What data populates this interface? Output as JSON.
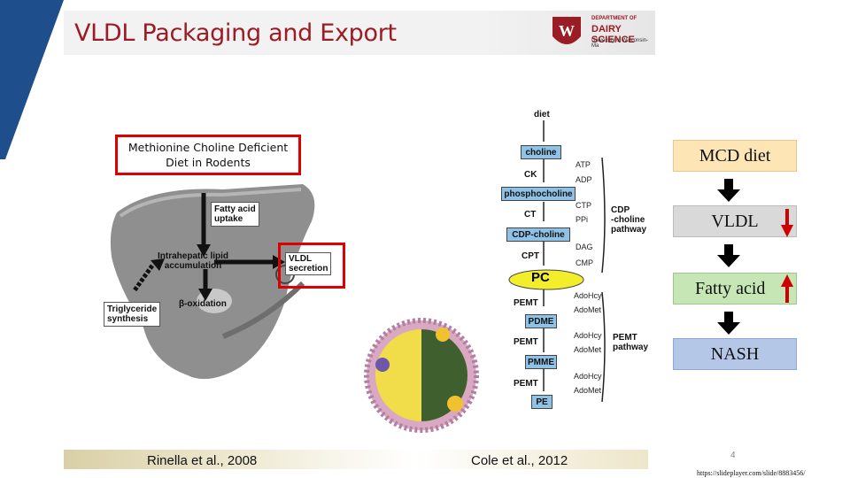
{
  "slide": {
    "title": "VLDL Packaging and Export",
    "page_number": "4",
    "source_url": "https://slideplayer.com/slide/8883456/"
  },
  "logo": {
    "line1": "DEPARTMENT OF",
    "line2": "DAIRY SCIENCE",
    "line3": "University of Wisconsin-Ma"
  },
  "liver_figure": {
    "red_label": "Methionine Choline Deficient Diet in Rodents",
    "fatty_acid_uptake": [
      "Fatty acid",
      "uptake"
    ],
    "intrahepatic": [
      "Intrahepatic lipid",
      "accumulation"
    ],
    "vldl_secretion": [
      "VLDL",
      "secretion"
    ],
    "triglyceride": [
      "Triglyceride",
      "synthesis"
    ],
    "beta_oxidation": "β-oxidation",
    "citation": "Rinella et al., 2008"
  },
  "pathway": {
    "top": "diet",
    "choline": "choline",
    "ck": "CK",
    "atp": "ATP",
    "adp": "ADP",
    "phosphocholine": "phosphocholine",
    "ct": "CT",
    "ctp": "CTP",
    "ppi": "PPi",
    "cdp_choline": "CDP-choline",
    "cdp_pathway": [
      "CDP",
      "-choline",
      "pathway"
    ],
    "dag": "DAG",
    "cpt": "CPT",
    "cmp": "CMP",
    "pc": "PC",
    "pemt1": "PEMT",
    "adohcy1": "AdoHcy",
    "adomet1": "AdoMet",
    "pdme": "PDME",
    "pemt2": "PEMT",
    "adohcy2": "AdoHcy",
    "adomet2": "AdoMet",
    "pemt_pathway": [
      "PEMT",
      "pathway"
    ],
    "pmme": "PMME",
    "pemt3": "PEMT",
    "adohcy3": "AdoHcy",
    "adomet3": "AdoMet",
    "pe": "PE",
    "citation": "Cole et al., 2012"
  },
  "flow": {
    "mcd": "MCD diet",
    "vldl": "VLDL",
    "fatty_acid": "Fatty acid",
    "nash": "NASH"
  },
  "colors": {
    "title": "#9b1c24",
    "mcd_box": "#fde5b5",
    "vldl_box": "#d9d9d9",
    "fatty_box": "#c6e6b6",
    "nash_box": "#b4c7e7",
    "red_arrow": "#d00000"
  }
}
